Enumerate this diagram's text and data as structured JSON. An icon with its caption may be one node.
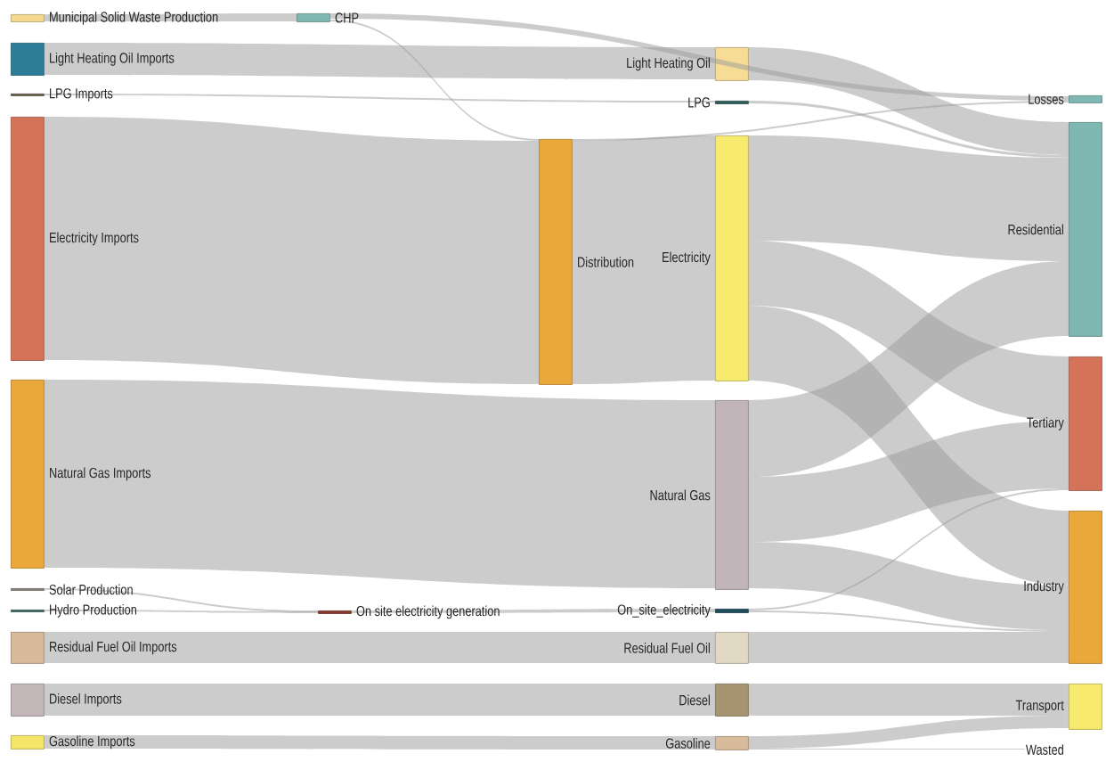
{
  "diagram": {
    "nodes": [
      {
        "text": [
          "Municipal Solid Waste Production"
        ]
      },
      {
        "text": [
          "Light Heating Oil Imports"
        ]
      },
      {
        "text": [
          "LPG Imports"
        ]
      },
      {
        "text": [
          "Electricity Imports"
        ]
      },
      {
        "text": [
          "Natural Gas Imports"
        ]
      },
      {
        "text": [
          "Solar Production"
        ]
      },
      {
        "text": [
          "Hydro Production"
        ]
      },
      {
        "text": [
          "Residual Fuel Oil Imports"
        ]
      },
      {
        "text": [
          "Diesel Imports"
        ]
      },
      {
        "text": [
          "Gasoline Imports"
        ]
      },
      {
        "text": [
          "CHP"
        ]
      },
      {
        "text": [
          "On site electricity generation"
        ]
      },
      {
        "text": [
          "Distribution"
        ]
      },
      {
        "text": [
          "Light Heating Oil"
        ]
      },
      {
        "text": [
          "LPG"
        ]
      },
      {
        "text": [
          "Electricity"
        ]
      },
      {
        "text": [
          "Natural Gas"
        ]
      },
      {
        "text": [
          "On_site_electricity"
        ]
      },
      {
        "text": [
          "Residual Fuel Oil"
        ]
      },
      {
        "text": [
          "Diesel"
        ]
      },
      {
        "text": [
          "Gasoline"
        ]
      },
      {
        "text": [
          "Losses"
        ]
      },
      {
        "text": [
          "Residential"
        ]
      },
      {
        "text": [
          "Tertiary"
        ]
      },
      {
        "text": [
          "Industry"
        ]
      },
      {
        "text": [
          "Transport"
        ]
      },
      {
        "text": [
          "Wasted"
        ]
      }
    ],
    "edges": [
      {
        "from": 0,
        "to": 10,
        "arrow": "none"
      },
      {
        "from": 1,
        "to": 13,
        "arrow": "none"
      },
      {
        "from": 2,
        "to": 14,
        "arrow": "none"
      },
      {
        "from": 3,
        "to": 12,
        "arrow": "none"
      },
      {
        "from": 4,
        "to": 16,
        "arrow": "none"
      },
      {
        "from": 5,
        "to": 11,
        "arrow": "none"
      },
      {
        "from": 6,
        "to": 11,
        "arrow": "none"
      },
      {
        "from": 7,
        "to": 18,
        "arrow": "none"
      },
      {
        "from": 8,
        "to": 19,
        "arrow": "none"
      },
      {
        "from": 9,
        "to": 20,
        "arrow": "none"
      },
      {
        "from": 10,
        "to": 21,
        "arrow": "none"
      },
      {
        "from": 10,
        "to": 12,
        "arrow": "none"
      },
      {
        "from": 11,
        "to": 17,
        "arrow": "none"
      },
      {
        "from": 12,
        "to": 21,
        "arrow": "none"
      },
      {
        "from": 12,
        "to": 15,
        "arrow": "none"
      },
      {
        "from": 13,
        "to": 22,
        "arrow": "none"
      },
      {
        "from": 14,
        "to": 22,
        "arrow": "none"
      },
      {
        "from": 15,
        "to": 22,
        "arrow": "none"
      },
      {
        "from": 15,
        "to": 23,
        "arrow": "none"
      },
      {
        "from": 15,
        "to": 24,
        "arrow": "none"
      },
      {
        "from": 16,
        "to": 22,
        "arrow": "none"
      },
      {
        "from": 16,
        "to": 23,
        "arrow": "none"
      },
      {
        "from": 16,
        "to": 24,
        "arrow": "none"
      },
      {
        "from": 17,
        "to": 23,
        "arrow": "none"
      },
      {
        "from": 17,
        "to": 24,
        "arrow": "none"
      },
      {
        "from": 18,
        "to": 24,
        "arrow": "none"
      },
      {
        "from": 19,
        "to": 25,
        "arrow": "none"
      },
      {
        "from": 20,
        "to": 25,
        "arrow": "none"
      },
      {
        "from": 20,
        "to": 26,
        "arrow": "none"
      }
    ]
  }
}
